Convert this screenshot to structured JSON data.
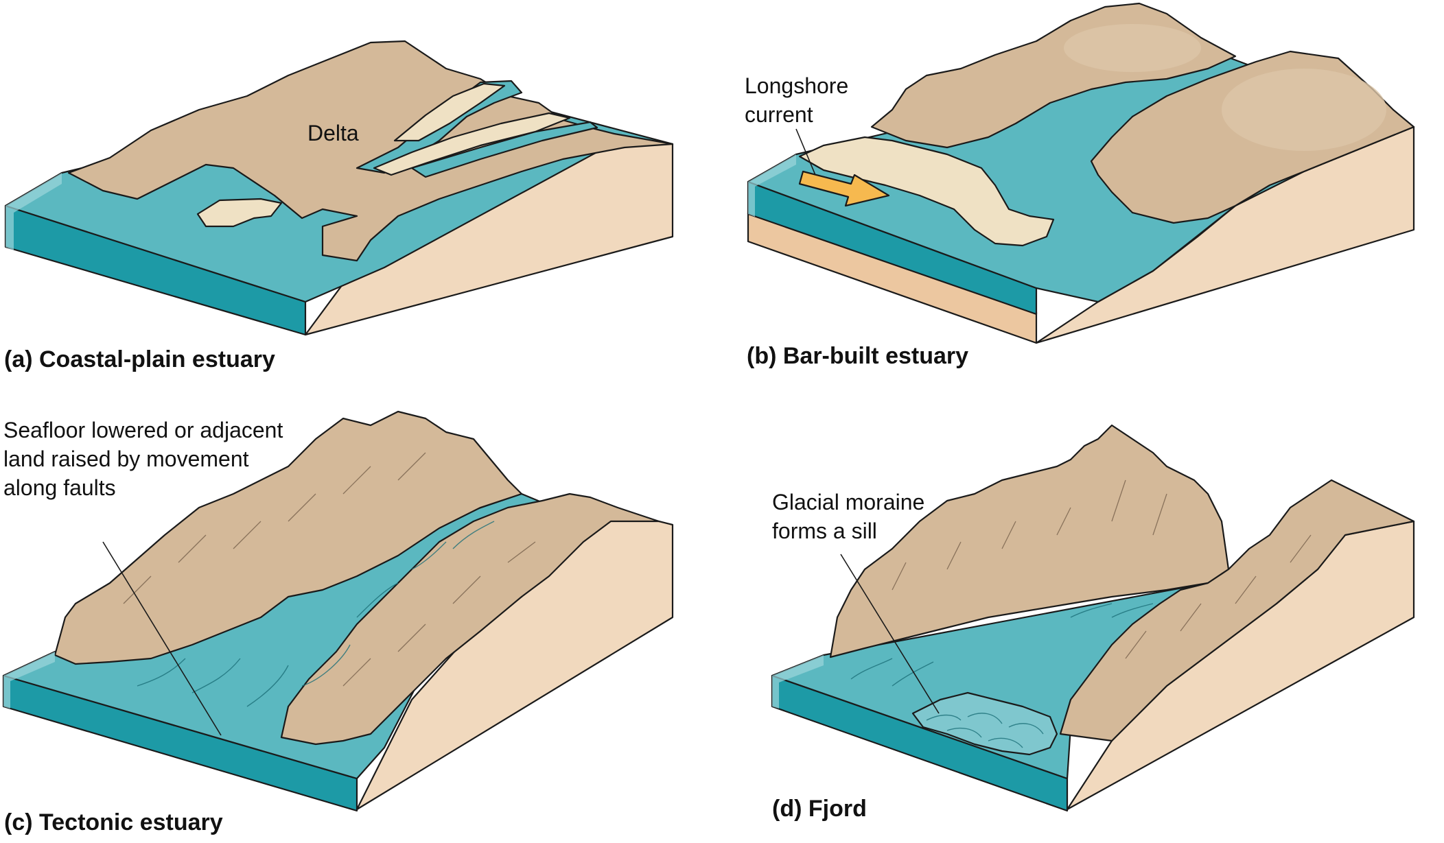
{
  "colors": {
    "water_surface": "#5bb8c0",
    "water_side": "#1d9aa6",
    "water_edge": "#9dd6dc",
    "land": "#d4b999",
    "land_dark": "#c9a37e",
    "land_side": "#f1d9be",
    "sand": "#efe1c4",
    "sediment": "#ecc7a0",
    "arrow": "#f6b94f"
  },
  "panels": [
    {
      "id": "a",
      "caption": "(a) Coastal-plain estuary",
      "labels": [
        "Delta"
      ]
    },
    {
      "id": "b",
      "caption": "(b) Bar-built estuary",
      "labels": [
        "Longshore",
        "current"
      ]
    },
    {
      "id": "c",
      "caption": "(c) Tectonic estuary",
      "labels": [
        "Seafloor lowered or adjacent",
        "land raised by movement",
        "along faults"
      ]
    },
    {
      "id": "d",
      "caption": "(d) Fjord",
      "labels": [
        "Glacial moraine",
        "forms a sill"
      ]
    }
  ]
}
